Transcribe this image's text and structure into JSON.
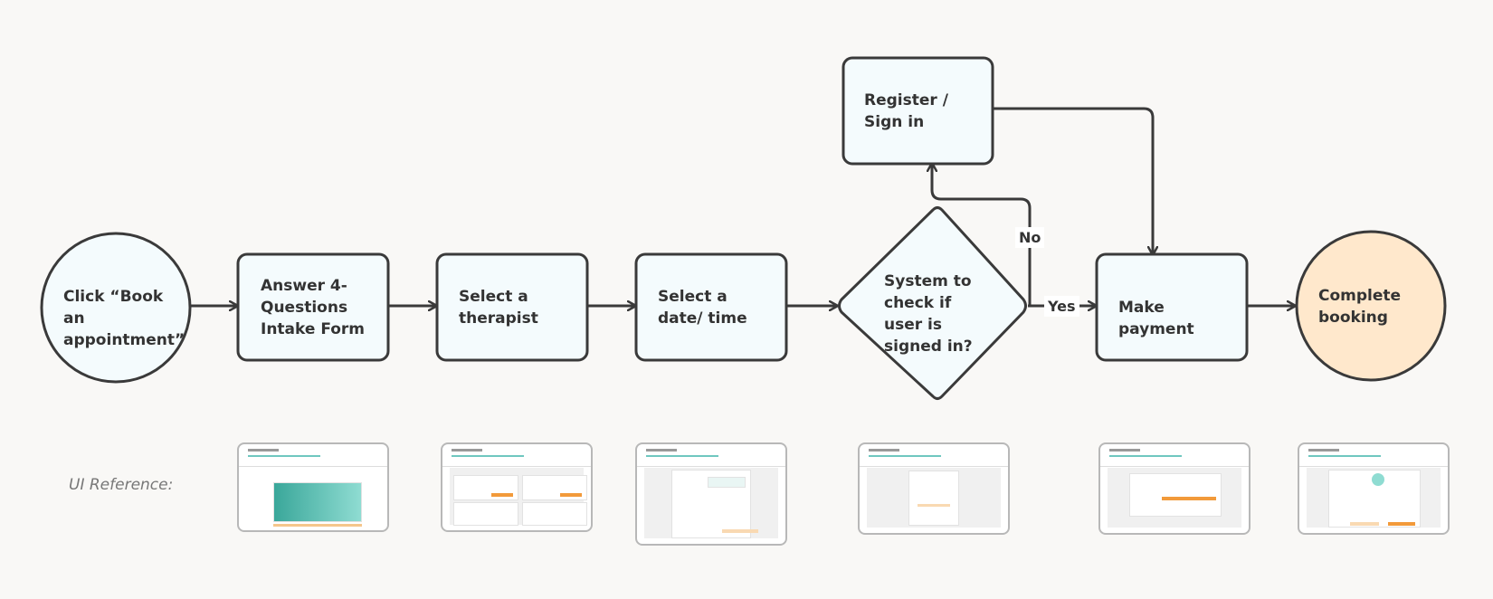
{
  "nodes": {
    "start": "Click “Book an appointment”",
    "intake": "Answer 4-Questions Intake Form",
    "therapist": "Select a therapist",
    "datetime": "Select a date/ time",
    "check": "System to check if user is signed in?",
    "register": "Register / Sign in",
    "payment": "Make payment",
    "complete": "Complete booking"
  },
  "edges": {
    "no_label": "No",
    "yes_label": "Yes"
  },
  "ui_reference_label": "UI Reference:",
  "colors": {
    "process_fill": "#f4fbfd",
    "terminal_fill": "#ffe8cc",
    "stroke": "#3a3a3a",
    "background": "#f9f8f6",
    "thumb_accent": "#f29a3a",
    "thumb_teal": "#3aa79a"
  }
}
